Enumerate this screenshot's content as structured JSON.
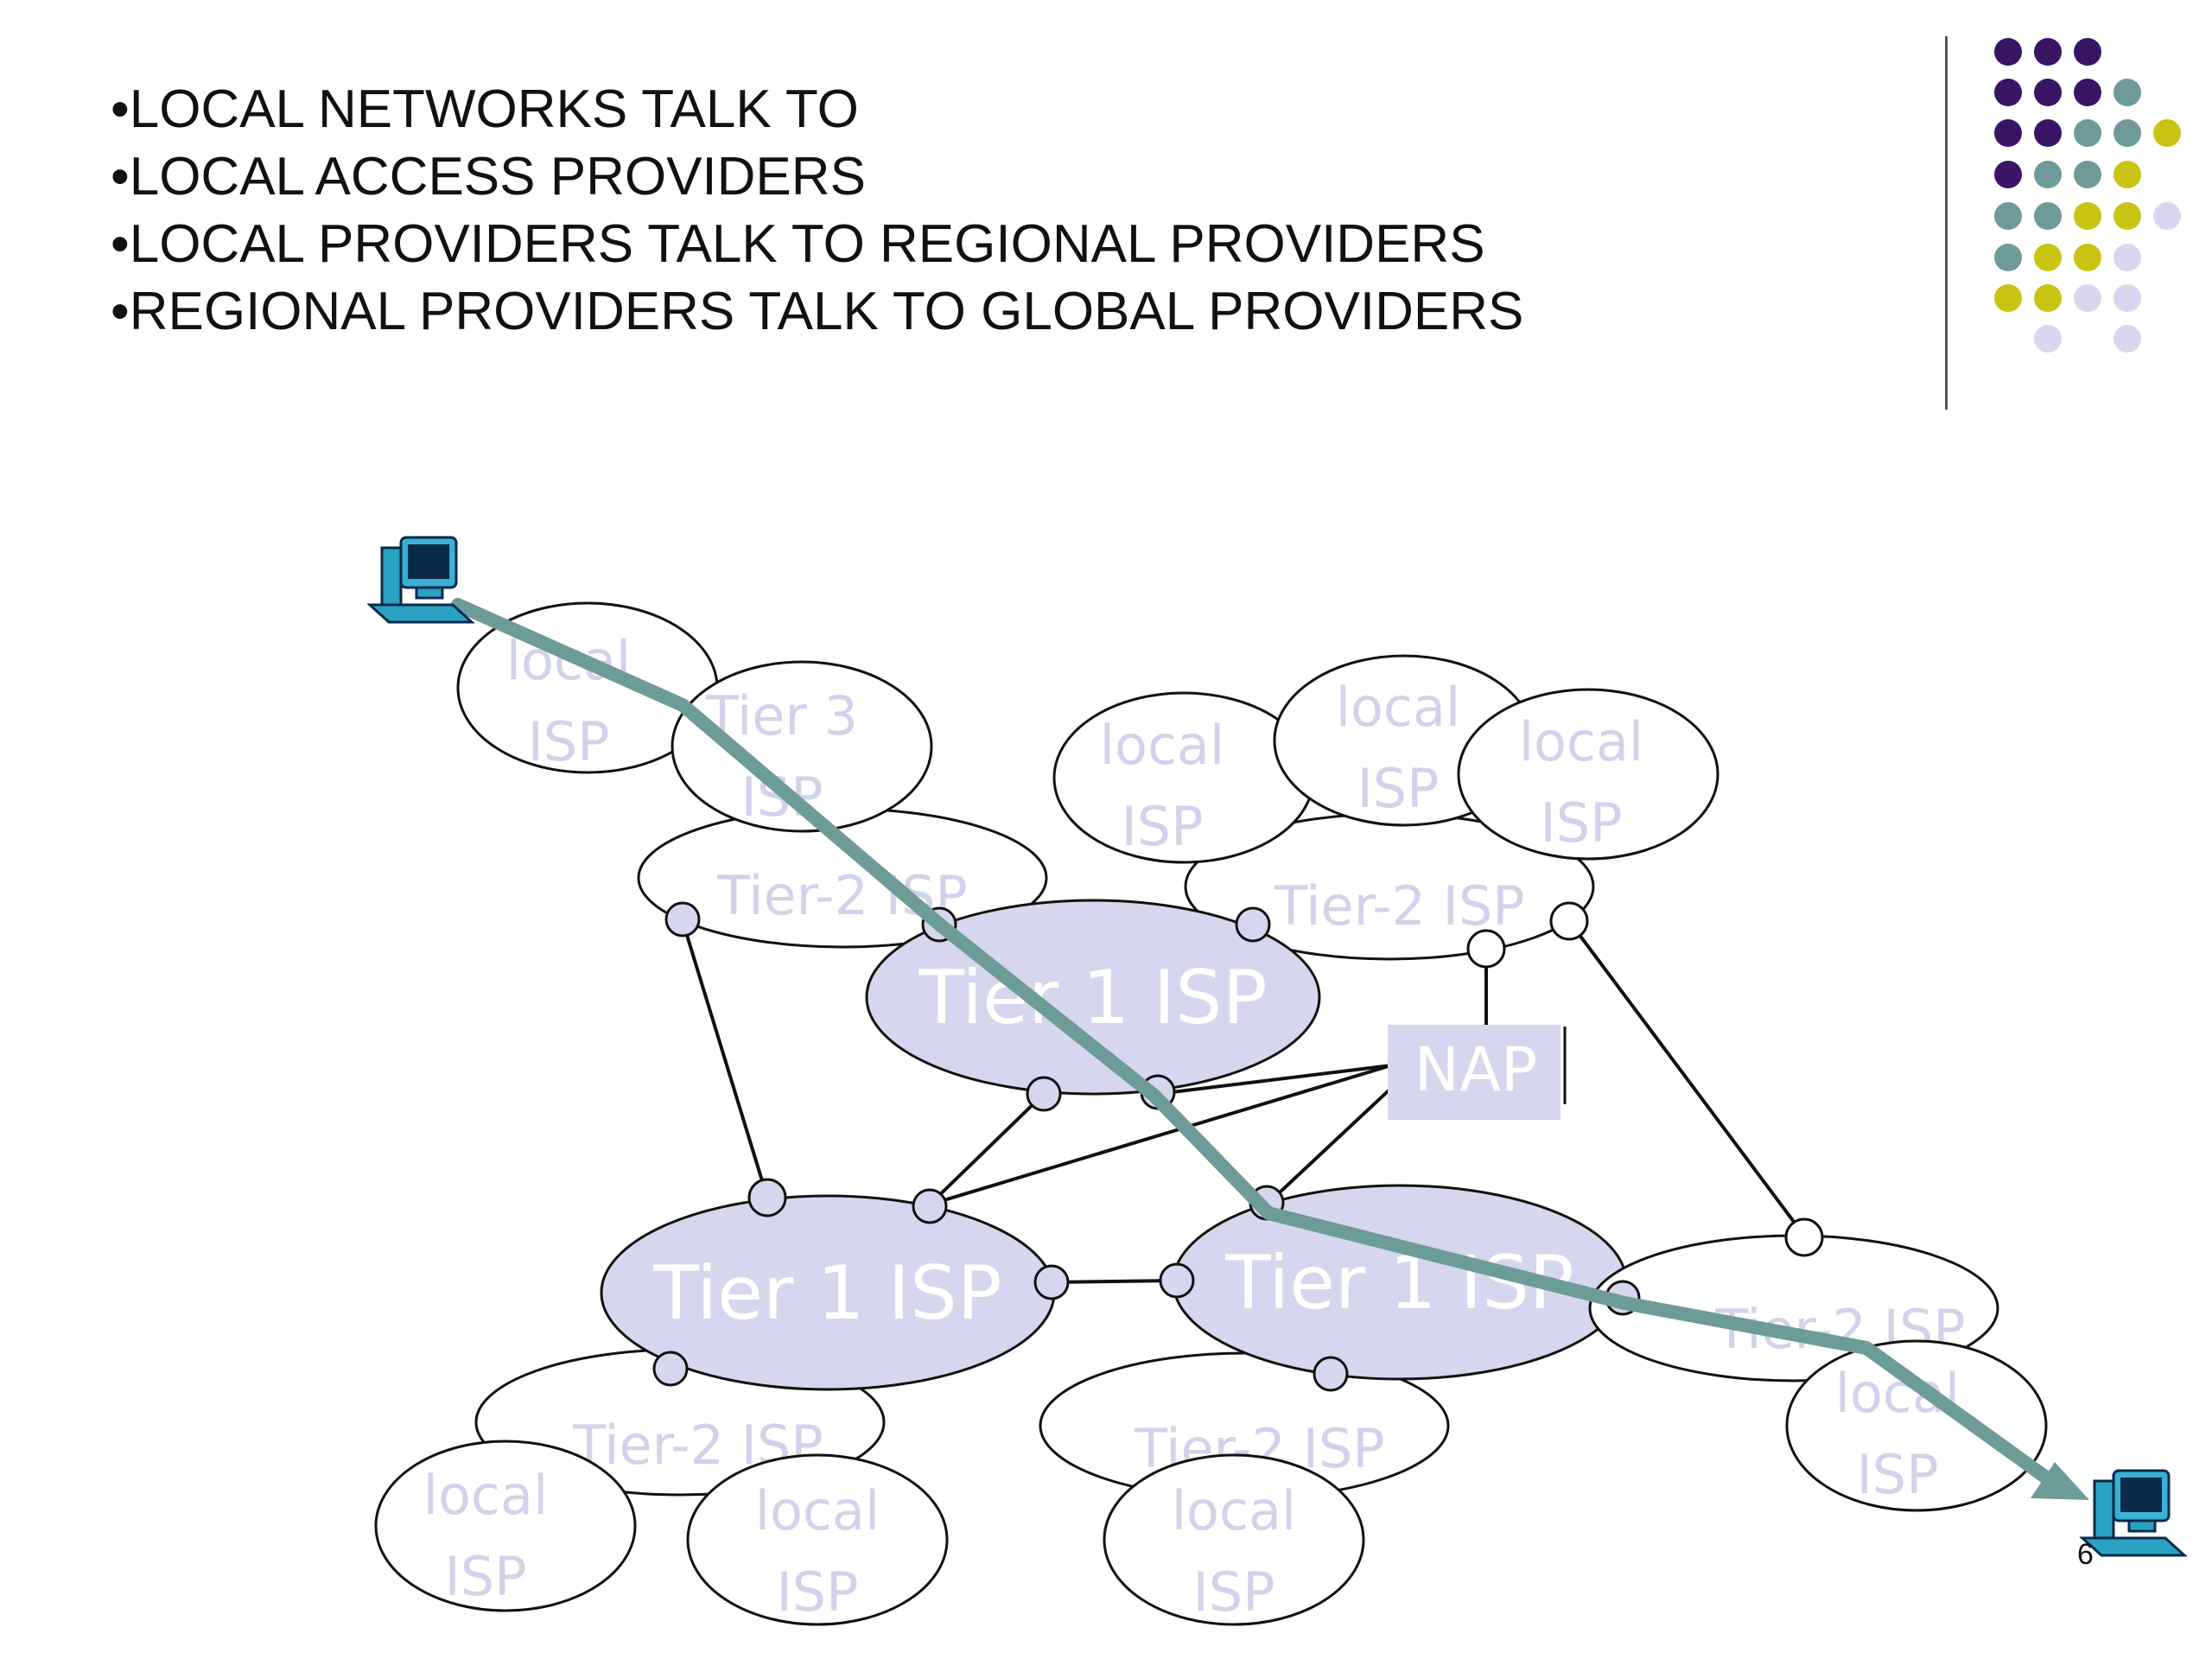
{
  "bullets": [
    "LOCAL NETWORKS TALK TO",
    "LOCAL ACCESS PROVIDERS",
    "LOCAL PROVIDERS TALK TO REGIONAL PROVIDERS",
    "REGIONAL PROVIDERS TALK TO GLOBAL PROVIDERS"
  ],
  "page_number": "6",
  "colors": {
    "purple": "#3a1566",
    "teal": "#6e9a9a",
    "olive": "#c9c414",
    "lavender": "#d9d7ef",
    "tier1_fill": "#d6d6ee",
    "path": "#6d9c98"
  },
  "diagram": {
    "tier1_label": "Tier 1 ISP",
    "tier2_label": "Tier-2 ISP",
    "tier3_label": "Tier 3",
    "isp_label": "ISP",
    "local_label": "local",
    "nap_label": "NAP",
    "host_icon": "desktop-computer-icon"
  }
}
